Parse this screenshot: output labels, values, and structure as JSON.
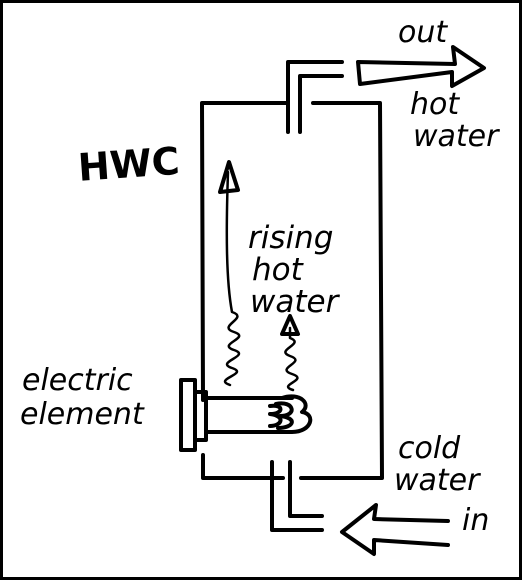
{
  "labels": {
    "tank": "HWC",
    "out": "out",
    "hot_water_1": "hot",
    "hot_water_2": "water",
    "rising_1": "rising",
    "rising_2": "hot",
    "rising_3": "water",
    "element_1": "electric",
    "element_2": "element",
    "cold_1": "cold",
    "cold_2": "water",
    "cold_3": "in"
  }
}
